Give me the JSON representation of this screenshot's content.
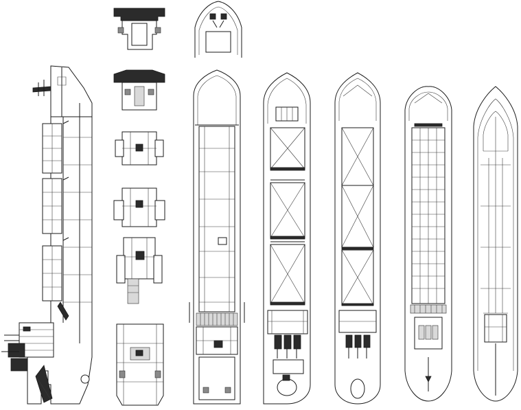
{
  "drawing": {
    "views": [
      {
        "id": "profile",
        "icon": "ship-side-profile"
      },
      {
        "id": "deck-plans",
        "icon": "deckhouse-level-plans"
      },
      {
        "id": "plan-1",
        "icon": "ship-deck-plan"
      },
      {
        "id": "plan-2",
        "icon": "ship-deck-plan"
      },
      {
        "id": "plan-3",
        "icon": "ship-deck-plan"
      },
      {
        "id": "plan-4",
        "icon": "ship-deck-plan"
      },
      {
        "id": "plan-5",
        "icon": "ship-deck-plan"
      }
    ],
    "colors": {
      "line": "#1a1a1a",
      "fill": "#ffffff",
      "dark": "#2b2b2b",
      "grey": "#8a8a8a"
    }
  }
}
